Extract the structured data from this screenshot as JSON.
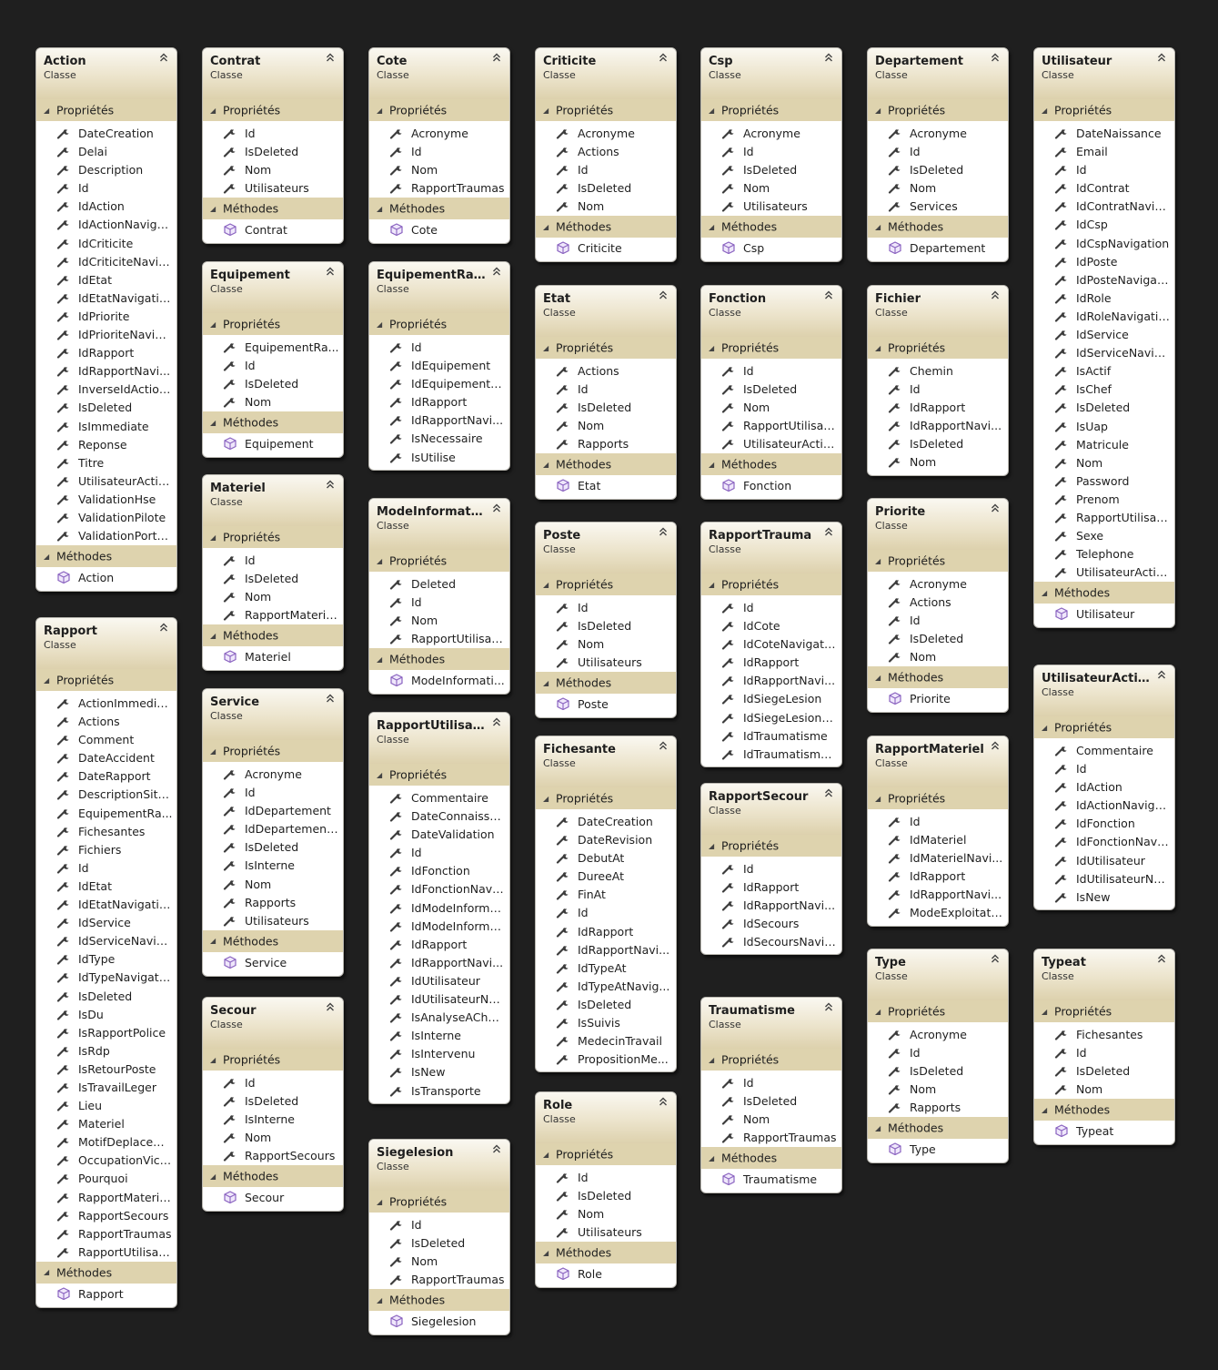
{
  "labels": {
    "kind": "Classe",
    "properties": "Propriétés",
    "methods": "Méthodes"
  },
  "colors": {
    "background": "#1f1f1f",
    "header_gradient_bottom": "#ddd1ad",
    "section_header": "#ded3ae",
    "method_icon": "#8a63c0"
  },
  "icons": {
    "property": "wrench-icon",
    "method": "cube-icon",
    "collapse": "double-chevron-up-icon",
    "section_toggle": "triangle-down-icon"
  },
  "classes": [
    {
      "id": "action",
      "name": "Action",
      "properties": [
        "DateCreation",
        "Delai",
        "Description",
        "Id",
        "IdAction",
        "IdActionNaviga...",
        "IdCriticite",
        "IdCriticiteNavig...",
        "IdEtat",
        "IdEtatNavigation",
        "IdPriorite",
        "IdPrioriteNavig...",
        "IdRapport",
        "IdRapportNavi...",
        "InverseIdAction...",
        "IsDeleted",
        "IsImmediate",
        "Reponse",
        "Titre",
        "UtilisateurActio...",
        "ValidationHse",
        "ValidationPilote",
        "ValidationPorteur"
      ],
      "methods": [
        "Action"
      ]
    },
    {
      "id": "rapport",
      "name": "Rapport",
      "properties": [
        "ActionImmediate",
        "Actions",
        "Comment",
        "DateAccident",
        "DateRapport",
        "DescriptionSitu...",
        "EquipementRa...",
        "Fichesantes",
        "Fichiers",
        "Id",
        "IdEtat",
        "IdEtatNavigation",
        "IdService",
        "IdServiceNavig...",
        "IdType",
        "IdTypeNavigati...",
        "IsDeleted",
        "IsDu",
        "IsRapportPolice",
        "IsRdp",
        "IsRetourPoste",
        "IsTravailLeger",
        "Lieu",
        "Materiel",
        "MotifDeplacem...",
        "OccupationVict...",
        "Pourquoi",
        "RapportMateriels",
        "RapportSecours",
        "RapportTraumas",
        "RapportUtilisat..."
      ],
      "methods": [
        "Rapport"
      ]
    },
    {
      "id": "contrat",
      "name": "Contrat",
      "properties": [
        "Id",
        "IsDeleted",
        "Nom",
        "Utilisateurs"
      ],
      "methods": [
        "Contrat"
      ]
    },
    {
      "id": "equipement",
      "name": "Equipement",
      "properties": [
        "EquipementRa...",
        "Id",
        "IsDeleted",
        "Nom"
      ],
      "methods": [
        "Equipement"
      ]
    },
    {
      "id": "materiel",
      "name": "Materiel",
      "properties": [
        "Id",
        "IsDeleted",
        "Nom",
        "RapportMateriels"
      ],
      "methods": [
        "Materiel"
      ]
    },
    {
      "id": "service",
      "name": "Service",
      "properties": [
        "Acronyme",
        "Id",
        "IdDepartement",
        "IdDepartement...",
        "IsDeleted",
        "IsInterne",
        "Nom",
        "Rapports",
        "Utilisateurs"
      ],
      "methods": [
        "Service"
      ]
    },
    {
      "id": "secour",
      "name": "Secour",
      "properties": [
        "Id",
        "IsDeleted",
        "IsInterne",
        "Nom",
        "RapportSecours"
      ],
      "methods": [
        "Secour"
      ]
    },
    {
      "id": "cote",
      "name": "Cote",
      "properties": [
        "Acronyme",
        "Id",
        "Nom",
        "RapportTraumas"
      ],
      "methods": [
        "Cote"
      ]
    },
    {
      "id": "equipementrap",
      "name": "EquipementRap...",
      "properties": [
        "Id",
        "IdEquipement",
        "IdEquipementN...",
        "IdRapport",
        "IdRapportNavi...",
        "IsNecessaire",
        "IsUtilise"
      ],
      "methods": null
    },
    {
      "id": "modeinformation",
      "name": "ModeInformation",
      "properties": [
        "Deleted",
        "Id",
        "Nom",
        "RapportUtilisat..."
      ],
      "methods": [
        "ModeInformati..."
      ]
    },
    {
      "id": "rapportutilisat",
      "name": "RapportUtilisat...",
      "properties": [
        "Commentaire",
        "DateConnaissa...",
        "DateValidation",
        "Id",
        "IdFonction",
        "IdFonctionNavi...",
        "IdModeInforma...",
        "IdModeInforma...",
        "IdRapport",
        "IdRapportNavi...",
        "IdUtilisateur",
        "IdUtilisateurNa...",
        "IsAnalyseAChaud",
        "IsInterne",
        "IsIntervenu",
        "IsNew",
        "IsTransporte"
      ],
      "methods": null
    },
    {
      "id": "siegelesion",
      "name": "Siegelesion",
      "properties": [
        "Id",
        "IsDeleted",
        "Nom",
        "RapportTraumas"
      ],
      "methods": [
        "Siegelesion"
      ]
    },
    {
      "id": "criticite",
      "name": "Criticite",
      "properties": [
        "Acronyme",
        "Actions",
        "Id",
        "IsDeleted",
        "Nom"
      ],
      "methods": [
        "Criticite"
      ]
    },
    {
      "id": "etat",
      "name": "Etat",
      "properties": [
        "Actions",
        "Id",
        "IsDeleted",
        "Nom",
        "Rapports"
      ],
      "methods": [
        "Etat"
      ]
    },
    {
      "id": "poste",
      "name": "Poste",
      "properties": [
        "Id",
        "IsDeleted",
        "Nom",
        "Utilisateurs"
      ],
      "methods": [
        "Poste"
      ]
    },
    {
      "id": "fichesante",
      "name": "Fichesante",
      "properties": [
        "DateCreation",
        "DateRevision",
        "DebutAt",
        "DureeAt",
        "FinAt",
        "Id",
        "IdRapport",
        "IdRapportNavi...",
        "IdTypeAt",
        "IdTypeAtNavig...",
        "IsDeleted",
        "IsSuivis",
        "MedecinTravail",
        "PropositionMe..."
      ],
      "methods": null
    },
    {
      "id": "role",
      "name": "Role",
      "properties": [
        "Id",
        "IsDeleted",
        "Nom",
        "Utilisateurs"
      ],
      "methods": [
        "Role"
      ]
    },
    {
      "id": "csp",
      "name": "Csp",
      "properties": [
        "Acronyme",
        "Id",
        "IsDeleted",
        "Nom",
        "Utilisateurs"
      ],
      "methods": [
        "Csp"
      ]
    },
    {
      "id": "fonction",
      "name": "Fonction",
      "properties": [
        "Id",
        "IsDeleted",
        "Nom",
        "RapportUtilisat...",
        "UtilisateurActio..."
      ],
      "methods": [
        "Fonction"
      ]
    },
    {
      "id": "rapporttrauma",
      "name": "RapportTrauma",
      "properties": [
        "Id",
        "IdCote",
        "IdCoteNavigati...",
        "IdRapport",
        "IdRapportNavi...",
        "IdSiegeLesion",
        "IdSiegeLesionN...",
        "IdTraumatisme",
        "IdTraumatisme..."
      ],
      "methods": null
    },
    {
      "id": "rapportsecour",
      "name": "RapportSecour",
      "properties": [
        "Id",
        "IdRapport",
        "IdRapportNavi...",
        "IdSecours",
        "IdSecoursNavig..."
      ],
      "methods": null
    },
    {
      "id": "traumatisme",
      "name": "Traumatisme",
      "properties": [
        "Id",
        "IsDeleted",
        "Nom",
        "RapportTraumas"
      ],
      "methods": [
        "Traumatisme"
      ]
    },
    {
      "id": "departement",
      "name": "Departement",
      "properties": [
        "Acronyme",
        "Id",
        "IsDeleted",
        "Nom",
        "Services"
      ],
      "methods": [
        "Departement"
      ]
    },
    {
      "id": "fichier",
      "name": "Fichier",
      "properties": [
        "Chemin",
        "Id",
        "IdRapport",
        "IdRapportNavi...",
        "IsDeleted",
        "Nom"
      ],
      "methods": null
    },
    {
      "id": "priorite",
      "name": "Priorite",
      "properties": [
        "Acronyme",
        "Actions",
        "Id",
        "IsDeleted",
        "Nom"
      ],
      "methods": [
        "Priorite"
      ]
    },
    {
      "id": "rapportmateriel",
      "name": "RapportMateriel",
      "properties": [
        "Id",
        "IdMateriel",
        "IdMaterielNavi...",
        "IdRapport",
        "IdRapportNavi...",
        "ModeExploitati..."
      ],
      "methods": null
    },
    {
      "id": "type",
      "name": "Type",
      "properties": [
        "Acronyme",
        "Id",
        "IsDeleted",
        "Nom",
        "Rapports"
      ],
      "methods": [
        "Type"
      ]
    },
    {
      "id": "utilisateur",
      "name": "Utilisateur",
      "properties": [
        "DateNaissance",
        "Email",
        "Id",
        "IdContrat",
        "IdContratNavig...",
        "IdCsp",
        "IdCspNavigation",
        "IdPoste",
        "IdPosteNavigati...",
        "IdRole",
        "IdRoleNavigation",
        "IdService",
        "IdServiceNavig...",
        "IsActif",
        "IsChef",
        "IsDeleted",
        "IsUap",
        "Matricule",
        "Nom",
        "Password",
        "Prenom",
        "RapportUtilisat...",
        "Sexe",
        "Telephone",
        "UtilisateurActio..."
      ],
      "methods": [
        "Utilisateur"
      ]
    },
    {
      "id": "utilisateuraction",
      "name": "UtilisateurAction",
      "properties": [
        "Commentaire",
        "Id",
        "IdAction",
        "IdActionNaviga...",
        "IdFonction",
        "IdFonctionNavi...",
        "IdUtilisateur",
        "IdUtilisateurNa...",
        "IsNew"
      ],
      "methods": null
    },
    {
      "id": "typeat",
      "name": "Typeat",
      "properties": [
        "Fichesantes",
        "Id",
        "IsDeleted",
        "Nom"
      ],
      "methods": [
        "Typeat"
      ]
    }
  ]
}
